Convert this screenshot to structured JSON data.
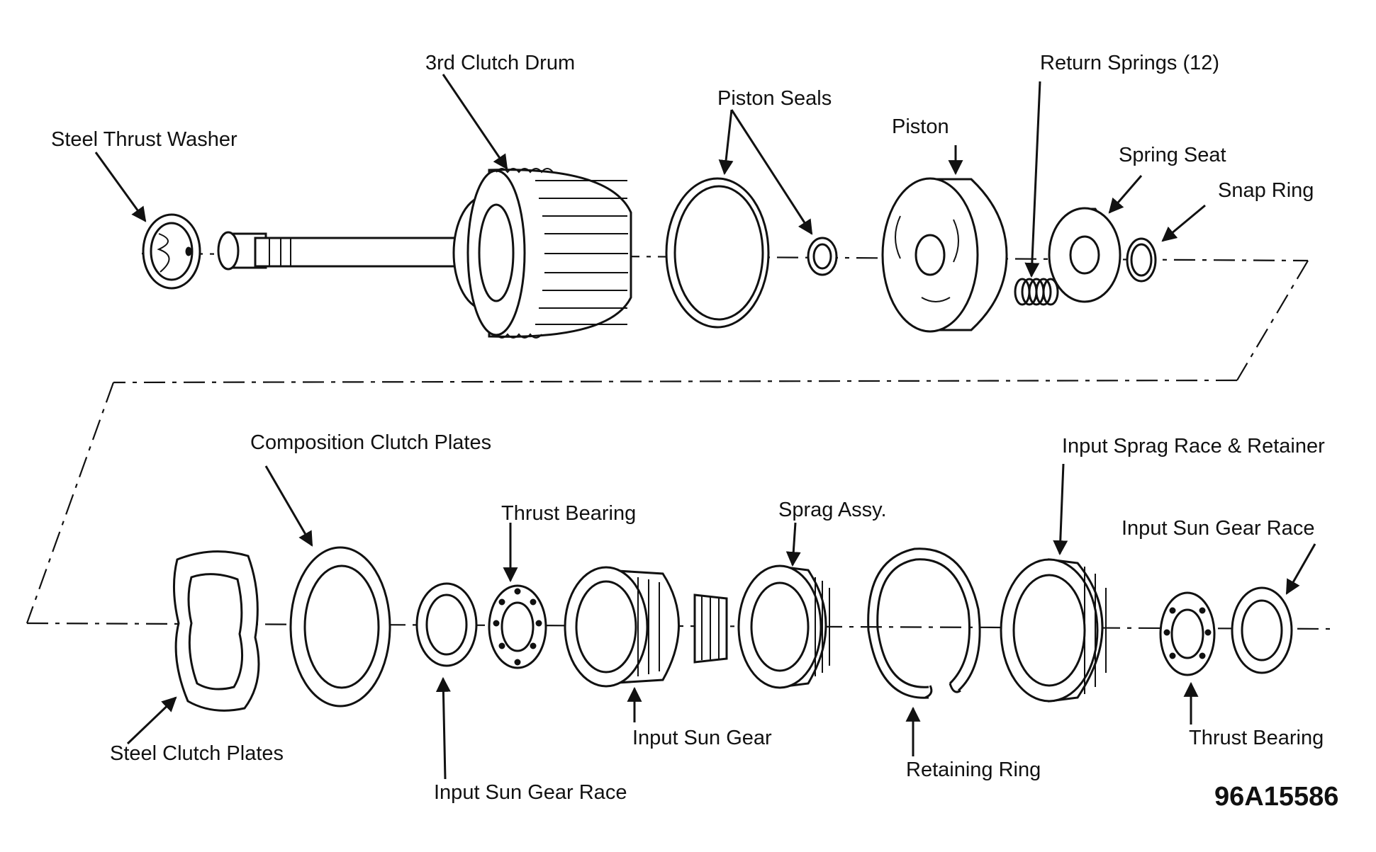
{
  "diagram": {
    "code": "96A15586",
    "labels": {
      "third_clutch_drum": "3rd Clutch Drum",
      "return_springs": "Return Springs (12)",
      "piston_seals": "Piston Seals",
      "piston": "Piston",
      "steel_thrust_washer": "Steel Thrust Washer",
      "spring_seat": "Spring Seat",
      "snap_ring": "Snap Ring",
      "composition_clutch_plates": "Composition Clutch Plates",
      "input_sprag_race_retainer": "Input Sprag Race & Retainer",
      "thrust_bearing_top": "Thrust Bearing",
      "sprag_assy": "Sprag Assy.",
      "input_sun_gear_race_right": "Input Sun Gear Race",
      "steel_clutch_plates": "Steel Clutch Plates",
      "input_sun_gear": "Input Sun Gear",
      "thrust_bearing_bottom": "Thrust Bearing",
      "retaining_ring": "Retaining Ring",
      "input_sun_gear_race_left": "Input Sun Gear Race"
    }
  }
}
